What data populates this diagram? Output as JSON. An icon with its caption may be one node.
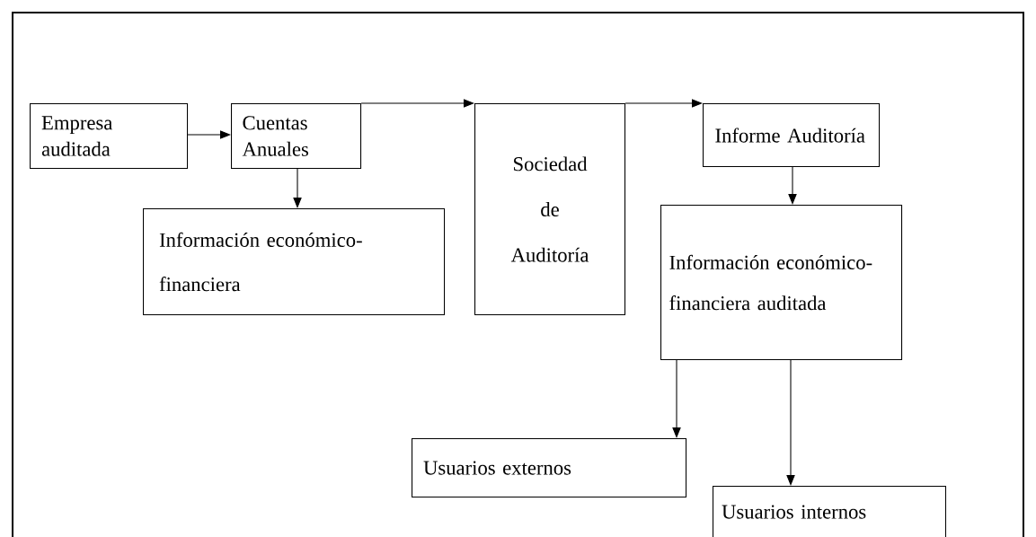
{
  "diagram": {
    "nodes": [
      {
        "text": [
          "Empresa auditada"
        ]
      },
      {
        "text": [
          "Cuentas Anuales"
        ]
      },
      {
        "text": [
          "Información económico-financiera"
        ]
      },
      {
        "text": [
          "Sociedad de Auditoría"
        ]
      },
      {
        "text": [
          "Informe Auditoría"
        ]
      },
      {
        "text": [
          "Información económico-financiera auditada"
        ]
      },
      {
        "text": [
          "Usuarios externos"
        ]
      },
      {
        "text": [
          "Usuarios internos"
        ]
      }
    ],
    "edges": [
      {
        "from": 0,
        "to": 1,
        "arrow": "to"
      },
      {
        "from": 1,
        "to": 3,
        "arrow": "to"
      },
      {
        "from": 3,
        "to": 4,
        "arrow": "to"
      },
      {
        "from": 1,
        "to": 2,
        "arrow": "to"
      },
      {
        "from": 4,
        "to": 5,
        "arrow": "to"
      },
      {
        "from": 5,
        "to": 6,
        "arrow": "to"
      },
      {
        "from": 5,
        "to": 7,
        "arrow": "to"
      }
    ]
  }
}
